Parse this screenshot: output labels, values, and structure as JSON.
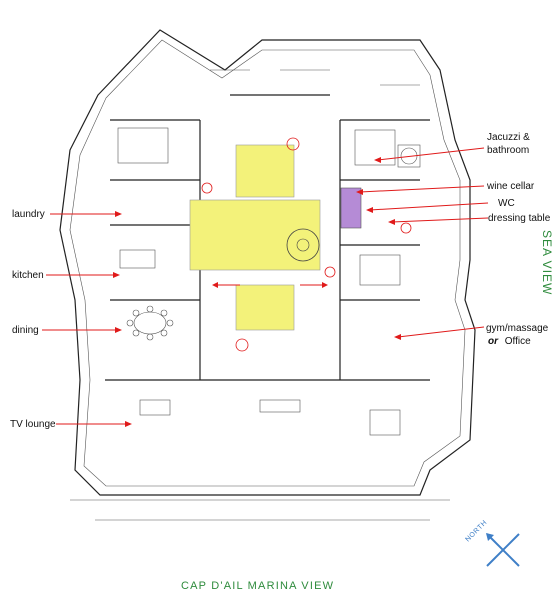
{
  "labels": {
    "laundry": "laundry",
    "kitchen": "kitchen",
    "dining": "dining",
    "tv_lounge": "TV lounge",
    "jacuzzi_line1": "Jacuzzi  &",
    "jacuzzi_line2": "bathroom",
    "wine_cellar": "wine cellar",
    "wc": "WC",
    "dressing_table": "dressing table",
    "gym_line1": "gym/massage",
    "gym_or": "or",
    "gym_office": "Office"
  },
  "side_caption": "SEA VIEW",
  "bottom_caption": "CAP D'AIL MARINA VIEW",
  "compass_label": "NORTH",
  "colors": {
    "accent_red": "#e01a1a",
    "highlight_yellow": "#f3f27a",
    "wine_cellar_purple": "#b58bd6",
    "caption_green": "#2e8b3c",
    "compass_blue": "#3f7fc7"
  }
}
